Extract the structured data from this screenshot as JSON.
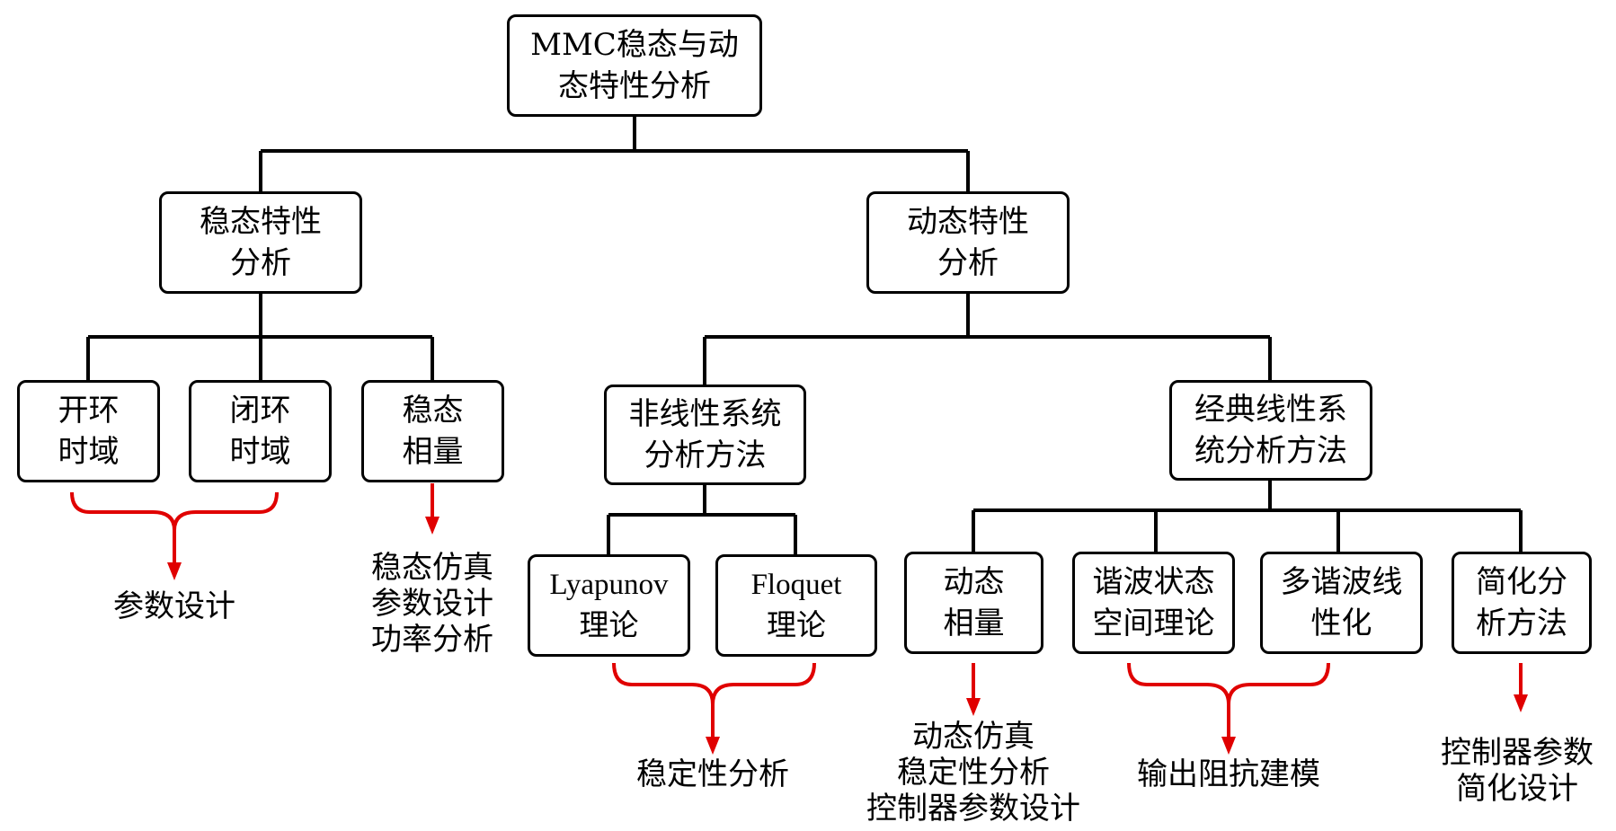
{
  "root": {
    "label": "MMC稳态与动\n态特性分析"
  },
  "steady": {
    "label": "稳态特性\n分析",
    "children": [
      {
        "label": "开环\n时域"
      },
      {
        "label": "闭环\n时域"
      },
      {
        "label": "稳态\n相量"
      }
    ],
    "outputs": {
      "param_design": "参数设计",
      "phasor_uses": "稳态仿真\n参数设计\n功率分析"
    }
  },
  "dynamic": {
    "label": "动态特性\n分析",
    "nonlinear": {
      "label": "非线性系统\n分析方法",
      "children": [
        {
          "label": "Lyapunov\n理论"
        },
        {
          "label": "Floquet\n理论"
        }
      ],
      "output": "稳定性分析"
    },
    "linear": {
      "label": "经典线性系\n统分析方法",
      "children": [
        {
          "label": "动态\n相量"
        },
        {
          "label": "谐波状态\n空间理论"
        },
        {
          "label": "多谐波线\n性化"
        },
        {
          "label": "简化分\n析方法"
        }
      ],
      "outputs": {
        "dynamic_phasor": "动态仿真\n稳定性分析\n控制器参数设计",
        "impedance": "输出阻抗建模",
        "simplified": "控制器参数\n简化设计"
      }
    }
  },
  "colors": {
    "line": "#000000",
    "accent": "#e00000"
  }
}
